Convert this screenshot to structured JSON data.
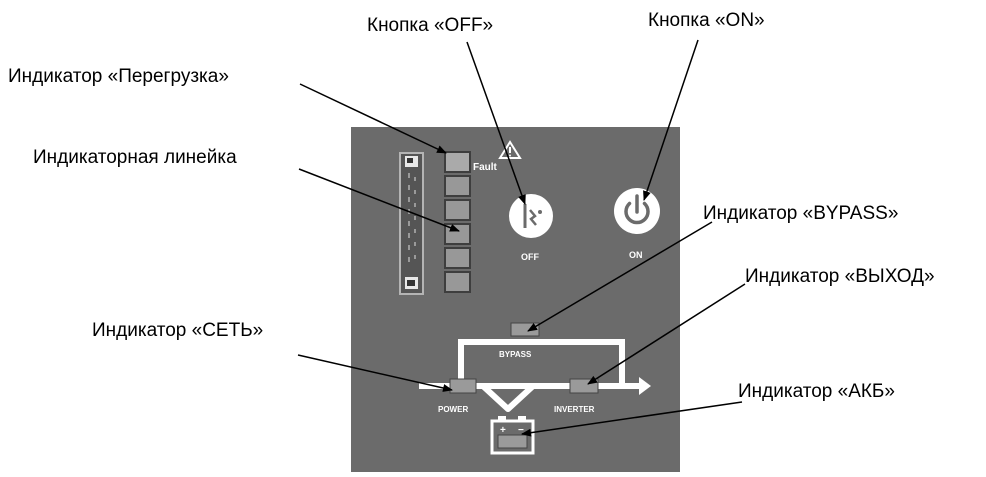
{
  "callouts": {
    "off_button": "Кнопка  «OFF»",
    "on_button": "Кнопка  «ON»",
    "overload_indicator": "Индикатор «Перегрузка»",
    "bargraph": "Индикаторная линейка",
    "bypass_indicator": "Индикатор «BYPASS»",
    "output_indicator": "Индикатор «ВЫХОД»",
    "mains_indicator": "Индикатор «СЕТЬ»",
    "battery_indicator": "Индикатор «АКБ»"
  },
  "panel": {
    "fault_label": "Fault",
    "off_label": "OFF",
    "on_label": "ON",
    "bypass_label": "BYPASS",
    "power_label": "POWER",
    "inverter_label": "INVERTER",
    "battery_plus": "+",
    "battery_minus": "−"
  },
  "icons": {
    "warning": "warning-triangle-icon",
    "off": "bypass-off-icon",
    "on": "power-icon"
  },
  "colors": {
    "panel": "#6b6b6b",
    "button": "#ffffff",
    "led": "#8a8a8a"
  }
}
